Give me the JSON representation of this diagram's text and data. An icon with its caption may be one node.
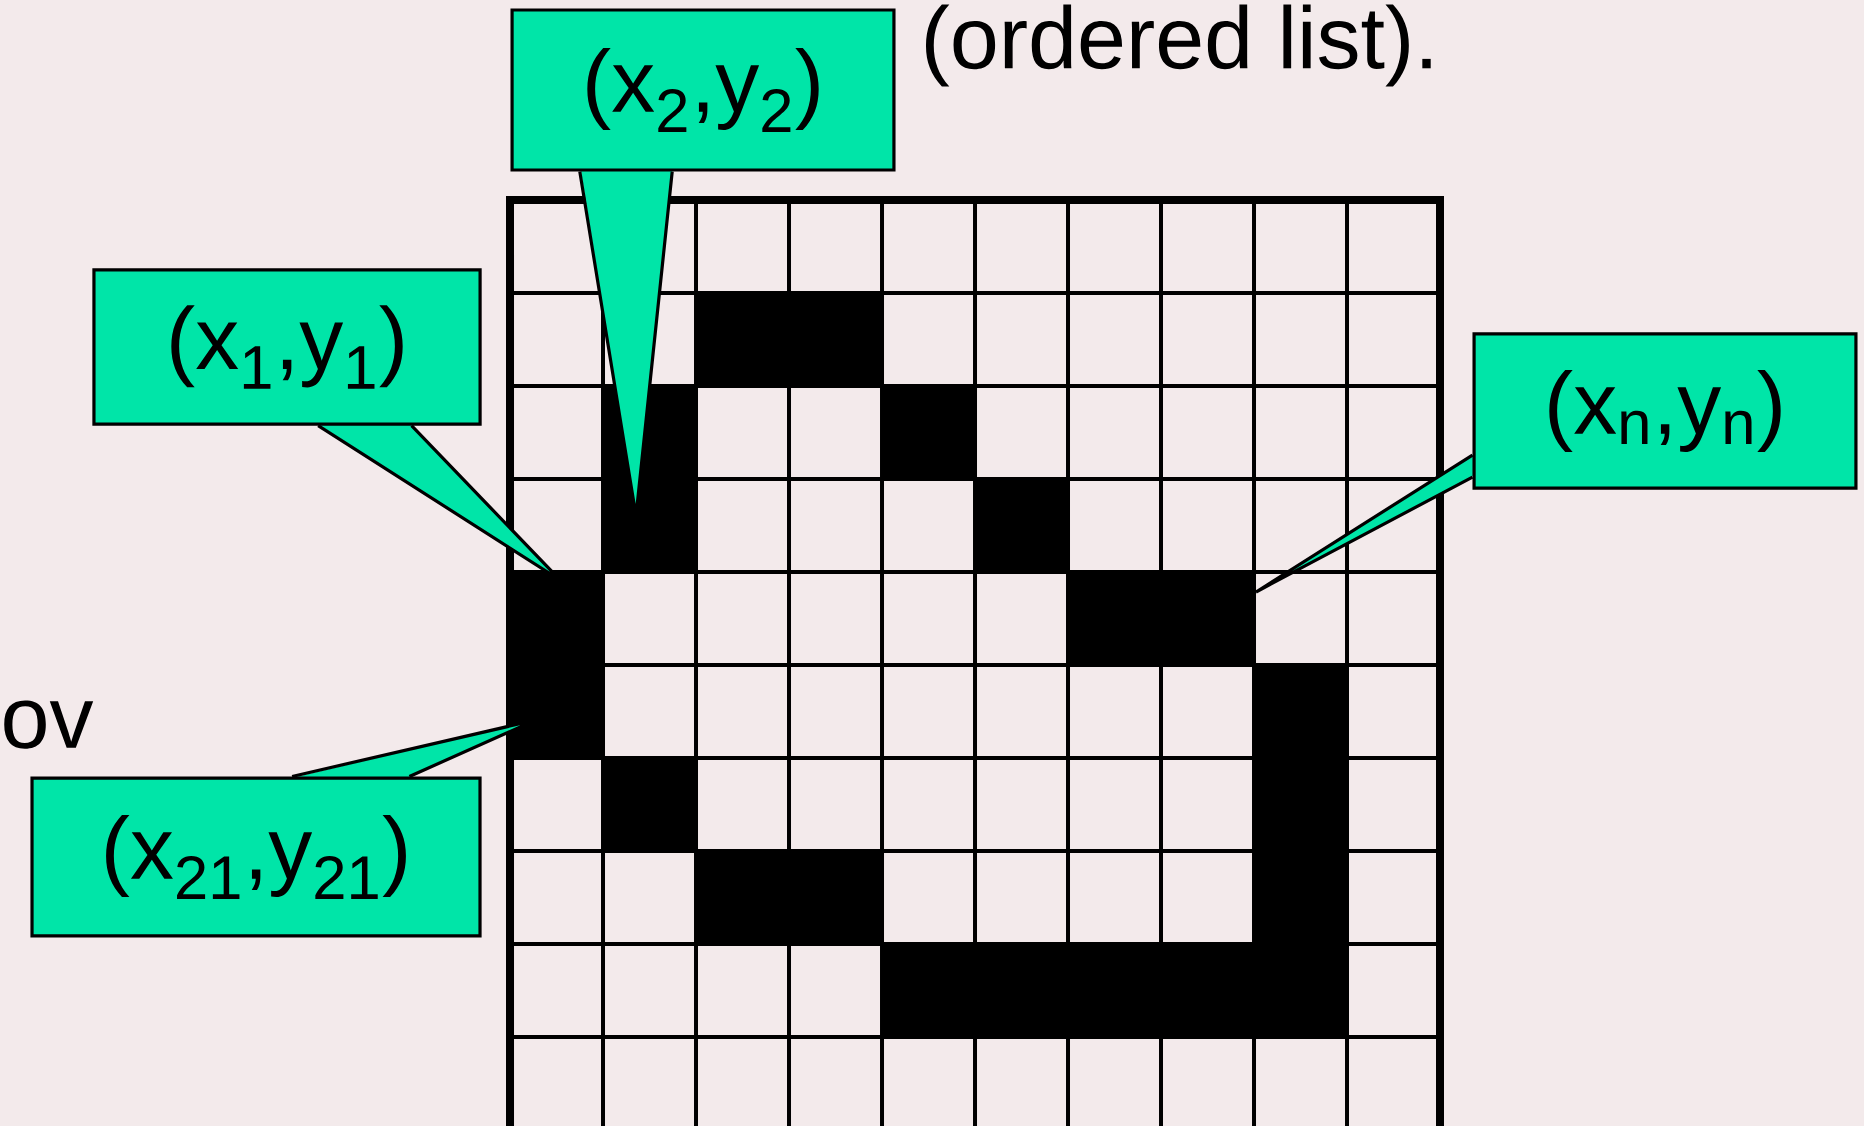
{
  "diagram": {
    "nodes": [
      {
        "text": [
          "(x$_{2}$,y$_{2}$)"
        ]
      },
      {
        "text": [
          "(x$_{1}$,y$_{1}$)"
        ]
      },
      {
        "text": [
          "(x$_{n}$,y$_{n}$)"
        ]
      },
      {
        "text": [
          "(x$_{21}$,y$_{21}$)"
        ]
      }
    ],
    "edges": [
      {
        "from": 0,
        "to": null,
        "arrow": "none"
      },
      {
        "from": 1,
        "to": null,
        "arrow": "none"
      },
      {
        "from": 2,
        "to": null,
        "arrow": "none"
      },
      {
        "from": 3,
        "to": null,
        "arrow": "none"
      }
    ],
    "labels": [
      "(ordered list).",
      "ov"
    ]
  }
}
